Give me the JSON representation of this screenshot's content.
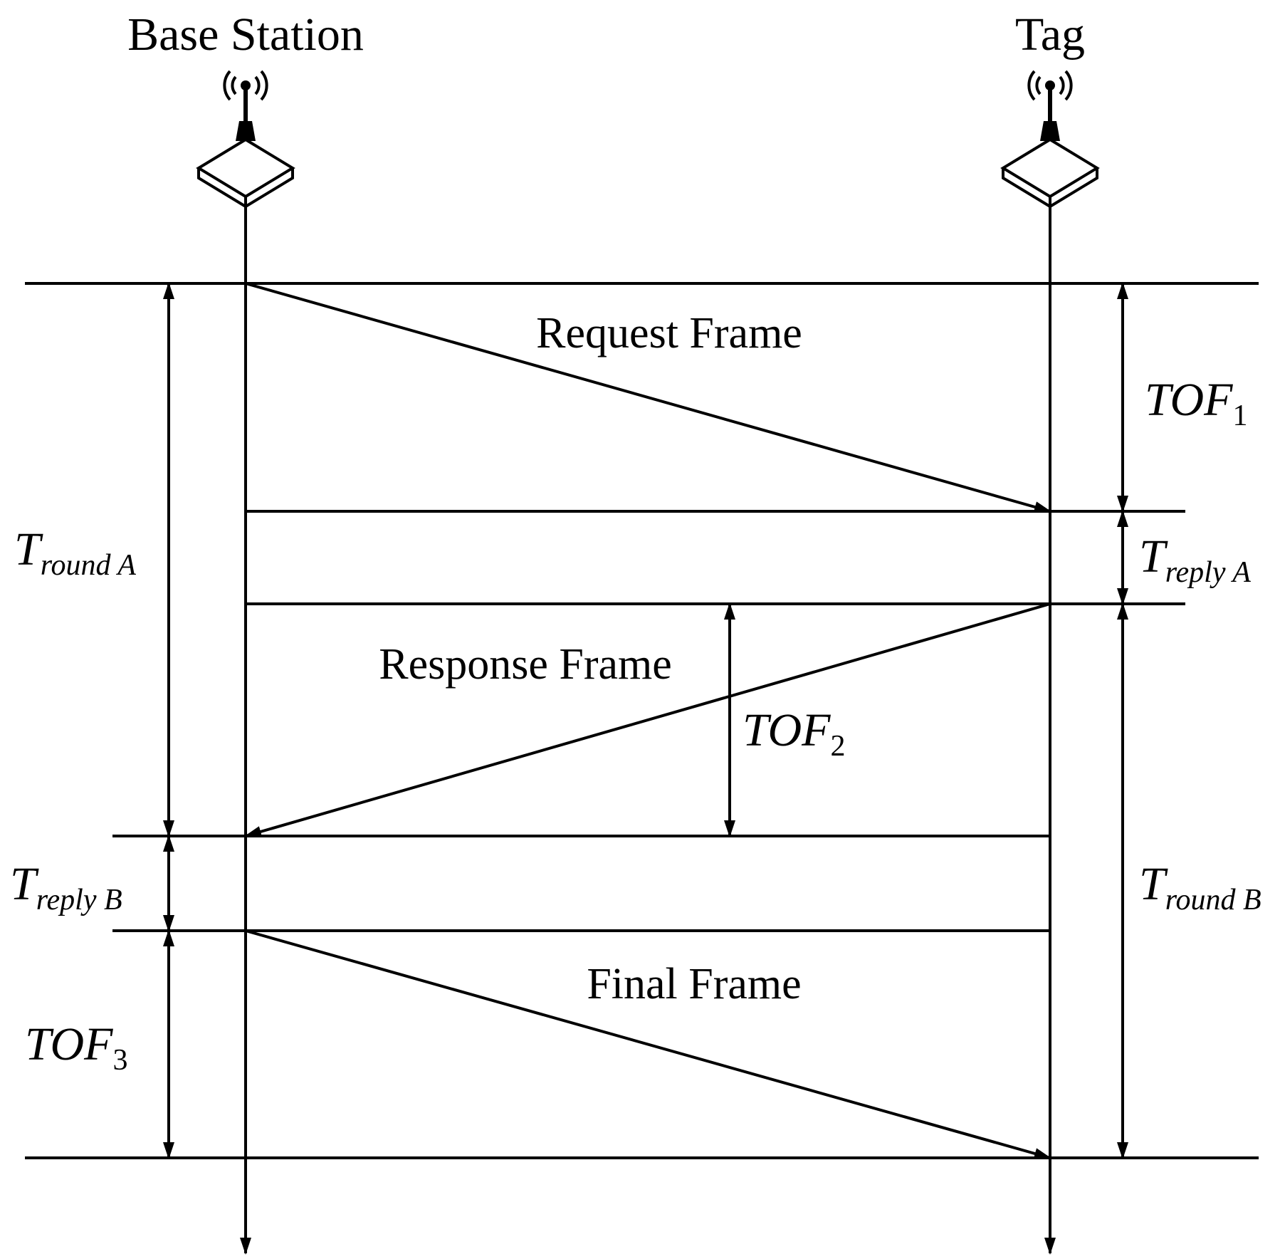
{
  "nodes": {
    "base_station": "Base Station",
    "tag": "Tag"
  },
  "frames": {
    "request": "Request Frame",
    "response": "Response Frame",
    "final": "Final Frame"
  },
  "intervals": {
    "tof1": {
      "main": "TOF",
      "sub": "1"
    },
    "tof2": {
      "main": "TOF",
      "sub": "2"
    },
    "tof3": {
      "main": "TOF",
      "sub": "3"
    },
    "t_reply_a": {
      "main": "T",
      "sub": "reply A"
    },
    "t_round_a": {
      "main": "T",
      "sub": "round A"
    },
    "t_reply_b": {
      "main": "T",
      "sub": "reply B"
    },
    "t_round_b": {
      "main": "T",
      "sub": "round B"
    }
  },
  "icons": {
    "base_station": "antenna-router-icon",
    "tag": "antenna-router-icon"
  }
}
